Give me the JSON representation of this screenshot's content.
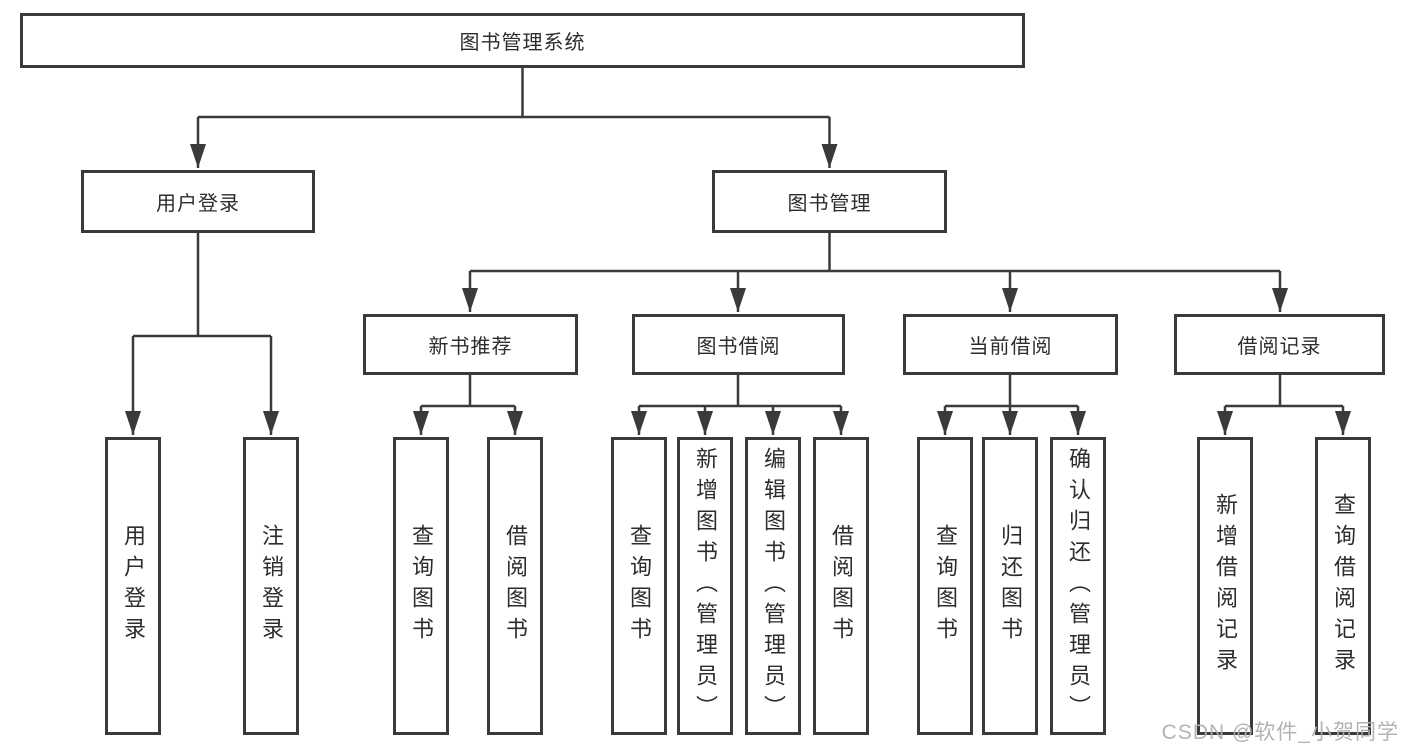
{
  "diagram": {
    "root": {
      "label": "图书管理系统",
      "children": [
        {
          "label": "用户登录",
          "children": [
            {
              "label": "用户登录"
            },
            {
              "label": "注销登录"
            }
          ]
        },
        {
          "label": "图书管理",
          "children": [
            {
              "label": "新书推荐",
              "children": [
                {
                  "label": "查询图书"
                },
                {
                  "label": "借阅图书"
                }
              ]
            },
            {
              "label": "图书借阅",
              "children": [
                {
                  "label": "查询图书"
                },
                {
                  "label": "新增图书（管理员）"
                },
                {
                  "label": "编辑图书（管理员）"
                },
                {
                  "label": "借阅图书"
                }
              ]
            },
            {
              "label": "当前借阅",
              "children": [
                {
                  "label": "查询图书"
                },
                {
                  "label": "归还图书"
                },
                {
                  "label": "确认归还（管理员）"
                }
              ]
            },
            {
              "label": "借阅记录",
              "children": [
                {
                  "label": "新增借阅记录"
                },
                {
                  "label": "查询借阅记录"
                }
              ]
            }
          ]
        }
      ]
    }
  },
  "watermark": {
    "text": "CSDN @软件_小贺同学"
  },
  "colors": {
    "line": "#3a3a3a",
    "box_border": "#3a3a3a",
    "text": "#2d2d2d",
    "background": "#ffffff",
    "watermark": "#afafaf"
  }
}
